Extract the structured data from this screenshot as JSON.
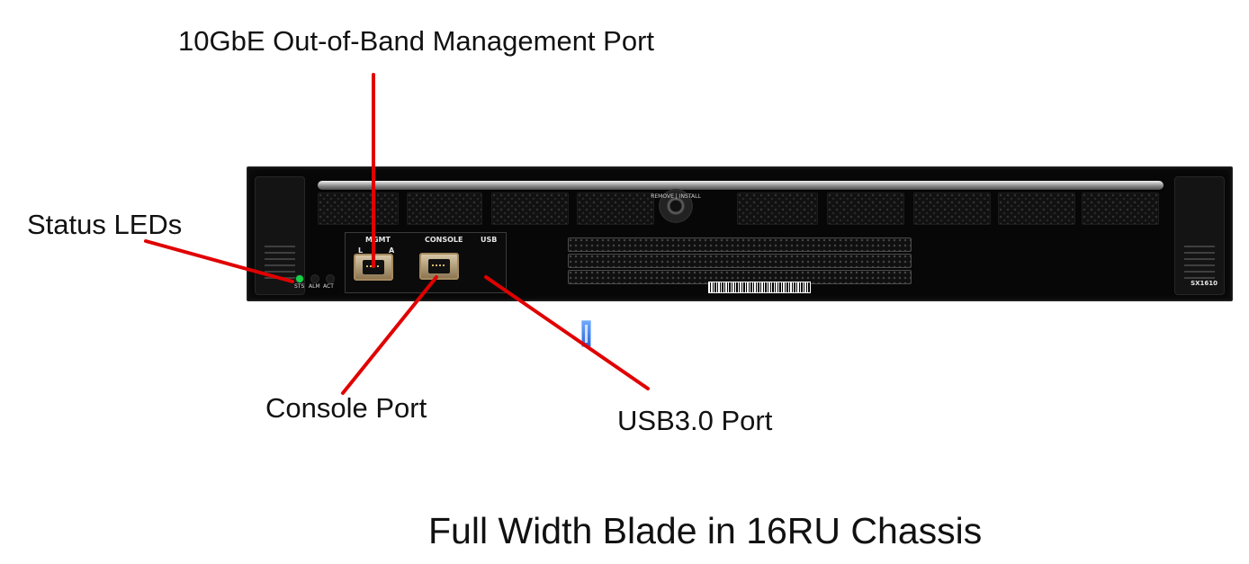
{
  "labels": {
    "oob_port": "10GbE Out-of-Band Management Port",
    "status_leds": "Status LEDs",
    "console_port": "Console Port",
    "usb_port": "USB3.0 Port",
    "caption": "Full Width Blade in 16RU Chassis"
  },
  "device": {
    "mgmt_label": "MGMT",
    "mgmt_left": "L",
    "mgmt_right": "A",
    "console_label": "CONSOLE",
    "usb_label": "USB",
    "led_labels": [
      "STS",
      "ALM",
      "ACT"
    ],
    "model": "SX1610",
    "knob_text": "REMOVE | INSTALL"
  },
  "colors": {
    "arrow": "#e10000",
    "led_green": "#13d245",
    "usb_blue": "#2e64d4",
    "chassis": "#070707"
  }
}
